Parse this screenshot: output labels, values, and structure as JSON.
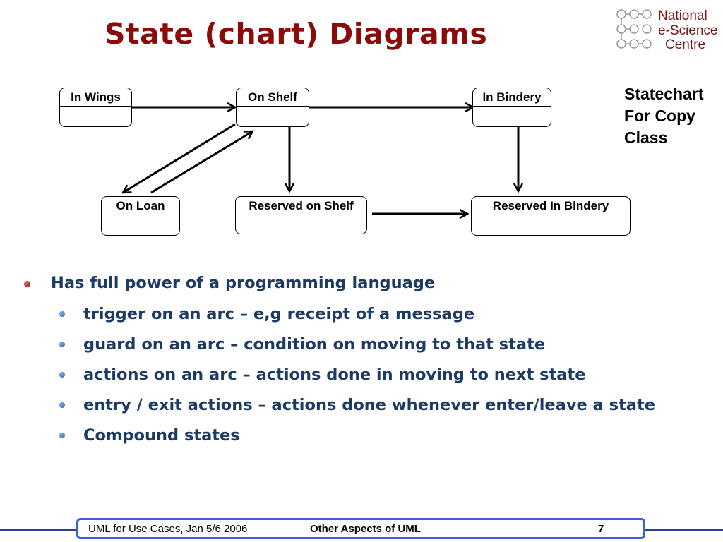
{
  "title": "State (chart) Diagrams",
  "logo": {
    "line1": "National",
    "line2": "e-Science",
    "line3": "Centre"
  },
  "diagram": {
    "states": [
      "In Wings",
      "On Shelf",
      "In Bindery",
      "On Loan",
      "Reserved on Shelf",
      "Reserved In Bindery"
    ],
    "note_lines": [
      "Statechart",
      "For Copy",
      "Class"
    ]
  },
  "bullets": {
    "main": "Has full power of a programming language",
    "sub": [
      "trigger on an arc – e,g receipt of a message",
      "guard on an arc – condition on moving to that state",
      "actions on an arc – actions done in moving to next state",
      "entry / exit actions – actions done whenever enter/leave a state",
      "Compound states"
    ]
  },
  "footer": {
    "left": "UML for Use Cases, Jan 5/6 2006",
    "center": "Other Aspects of UML",
    "page": "7"
  },
  "colors": {
    "title": "#8b0a0a",
    "bullet_text": "#1c3a63",
    "footer_border": "#3b5fd8",
    "footer_line": "#2a3f9a"
  }
}
